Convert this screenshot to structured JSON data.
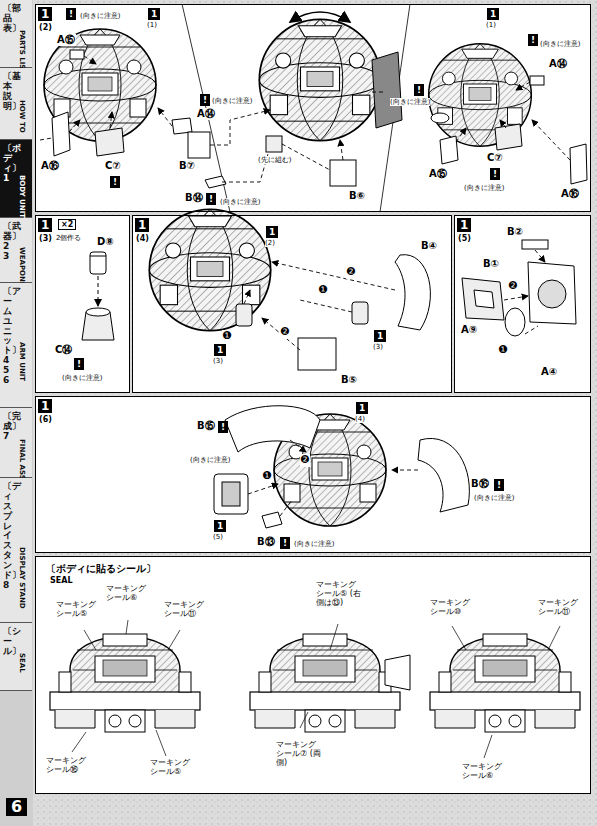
{
  "diagram": {
    "nodes": [
      {
        "text": [
          "〔部品表〕",
          "PARTS LIST"
        ]
      },
      {
        "text": [
          "〔基本説明〕",
          "HOW TO"
        ]
      },
      {
        "text": [
          "〔ボディ〕1",
          "BODY UNIT"
        ]
      },
      {
        "text": [
          "〔武器〕23",
          "WEAPONS"
        ]
      },
      {
        "text": [
          "〔アームユニット〕456",
          "ARM UNIT"
        ]
      },
      {
        "text": [
          "〔完成〕7",
          "FINAL ASSEMBLE"
        ]
      },
      {
        "text": [
          "〔ディスプレイスタンド〕8",
          "DISPLAY STAND"
        ]
      },
      {
        "text": [
          "〔シール〕",
          "SEAL"
        ]
      },
      {
        "text": [
          "1",
          "(2)"
        ]
      },
      {
        "text": [
          "1",
          "(3)"
        ]
      },
      {
        "text": [
          "1",
          "(4)"
        ]
      },
      {
        "text": [
          "1",
          "(5)"
        ]
      },
      {
        "text": [
          "1",
          "(6)"
        ]
      },
      {
        "text": [
          "〔ボディに貼るシール〕",
          "SEAL"
        ]
      }
    ],
    "labels": [
      "1",
      "(1)",
      "!",
      "(向きに注意)",
      "A⑮",
      "!",
      "(向きに注意)",
      "A⑭",
      "C⑦",
      "!",
      "A⑯",
      "B⑦",
      "(先に組む)",
      "B⑭",
      "!",
      "(向きに注意)",
      "B⑥",
      "1",
      "(1)",
      "!",
      "(向きに注意)",
      "A⑭",
      "!",
      "(向きに注意)",
      "A⑮",
      "C⑦",
      "!",
      "(向きに注意)",
      "A⑯",
      "×2",
      "2個作る",
      "D⑧",
      "C⑭",
      "!",
      "(向きに注意)",
      "1",
      "(2)",
      "B④",
      "❷",
      "❶",
      "❶",
      "❷",
      "1",
      "(3)",
      "1",
      "(3)",
      "B⑤",
      "B②",
      "B①",
      "❷",
      "A⑨",
      "❶",
      "A④",
      "B⑮",
      "!",
      "(向きに注意)",
      "1",
      "(4)",
      "❷",
      "❶",
      "1",
      "(5)",
      "B⑬",
      "!",
      "(向きに注意)",
      "B⑯",
      "!",
      "(向きに注意)",
      "マーキング シール⑥",
      "マーキング シール⑤",
      "マーキング シール⑪",
      "マーキング シール⑯",
      "マーキング シール⑤",
      "マーキング シール⑤ (右側は⑬)",
      "マーキング シール⑦ (両側)",
      "マーキング シール⑩",
      "マーキング シール⑪",
      "マーキング シール⑥",
      "6"
    ]
  }
}
